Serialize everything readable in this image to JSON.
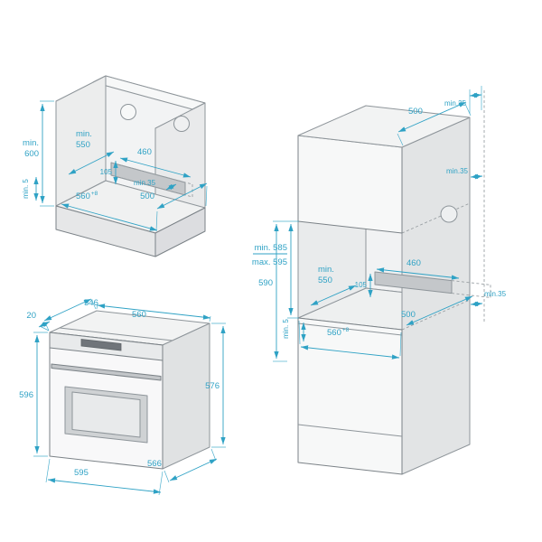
{
  "title": "Built-in oven installation dimensions diagram",
  "colors": {
    "dimension": "#2fa2c5",
    "outline": "#8e959a"
  },
  "niche": {
    "height_label": "min.",
    "height_value": "600",
    "depth_label": "min.",
    "depth_value": "550",
    "bottom_gap": "min. 5",
    "recess_height": "105",
    "recess_width": "460",
    "recess_gap": "min.35",
    "width_value": "560",
    "width_tolerance": "+8",
    "side_depth": "500"
  },
  "oven": {
    "front_overhang": "20",
    "body_depth": "546",
    "body_width": "560",
    "front_height": "596",
    "body_height": "576",
    "front_width": "595",
    "total_depth": "566"
  },
  "column": {
    "top_depth": "500",
    "top_wall_gap": "min.35",
    "upper_wall_gap": "min.35",
    "opening_height_min": "min. 585",
    "opening_height_max": "max. 595",
    "cutout_height": "590",
    "depth_label": "min.",
    "depth_value": "550",
    "recess_height": "105",
    "recess_width": "460",
    "lower_wall_gap": "min.35",
    "bottom_gap": "min. 5",
    "floor_depth": "500",
    "width_value": "560",
    "width_tolerance": "+8"
  }
}
